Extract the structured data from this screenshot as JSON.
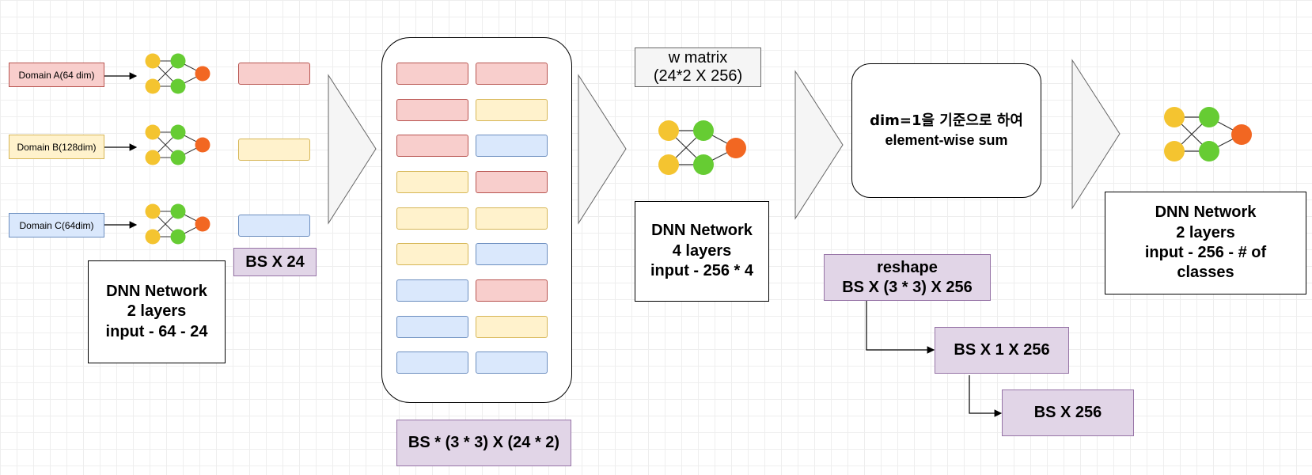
{
  "domains": [
    {
      "label": "Domain A(64 dim)",
      "color": "#f8cecc"
    },
    {
      "label": "Domain B(128dim)",
      "color": "#fff2cc"
    },
    {
      "label": "Domain C(64dim)",
      "color": "#dae8fc"
    }
  ],
  "embedding_shape": "BS  X 24",
  "dnn_small": {
    "line1": "DNN Network",
    "line2": "2 layers",
    "line3": "input - 64 - 24"
  },
  "combined_shape": "BS * (3 * 3) X (24 * 2)",
  "w_matrix": {
    "line1": "w matrix",
    "line2": "(24*2 X 256)"
  },
  "dnn_mid": {
    "line1": "DNN Network",
    "line2": "4 layers",
    "line3": "input - 256 * 4"
  },
  "sum_box": {
    "line1": "dim=1을 기준으로 하여",
    "line2": "element-wise sum"
  },
  "reshape": {
    "line1": "reshape",
    "line2": "BS X (3 * 3) X 256"
  },
  "shape_bs_1_256": "BS X 1 X 256",
  "shape_bs_256": "BS X 256",
  "dnn_final": {
    "line1": "DNN Network",
    "line2": "2 layers",
    "line3": "input - 256 - # of",
    "line4": "classes"
  },
  "icons": {
    "network": "neural-network-icon",
    "arrow": "arrow-right-icon",
    "stage": "triangle-arrow-icon"
  },
  "colors": {
    "red_fill": "#f8cecc",
    "yellow_fill": "#fff2cc",
    "blue_fill": "#dae8fc",
    "purple_fill": "#e1d5e7",
    "node_yellow": "#f4c430",
    "node_green": "#66cc33",
    "node_orange": "#f26722"
  }
}
